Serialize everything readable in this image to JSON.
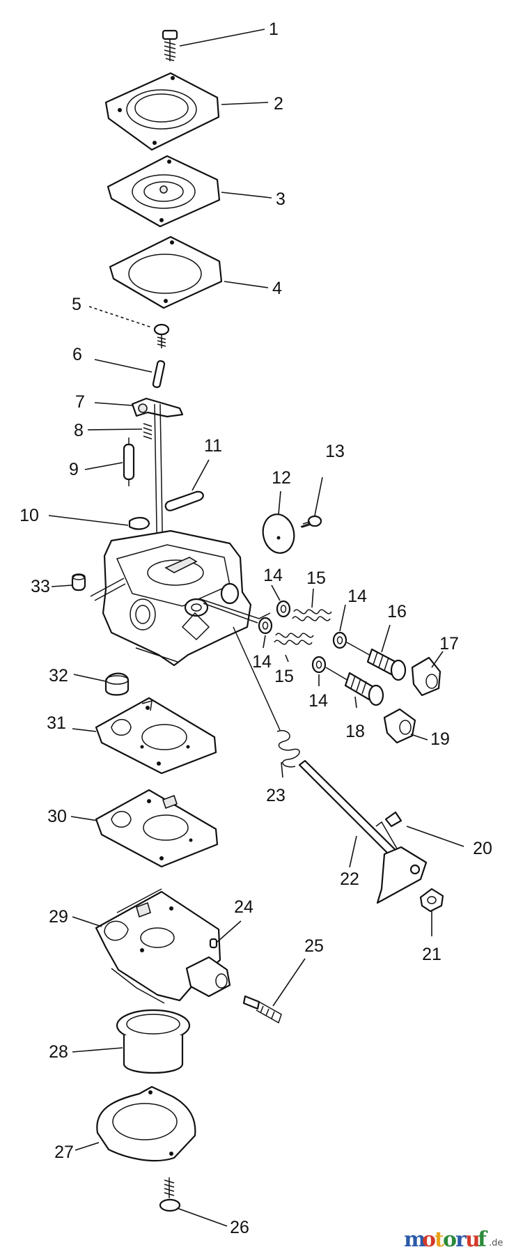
{
  "diagram": {
    "callouts": [
      "1",
      "2",
      "3",
      "4",
      "5",
      "6",
      "7",
      "8",
      "9",
      "10",
      "11",
      "12",
      "13",
      "14",
      "14",
      "14",
      "14",
      "15",
      "15",
      "16",
      "17",
      "18",
      "19",
      "20",
      "21",
      "22",
      "23",
      "24",
      "25",
      "26",
      "27",
      "28",
      "29",
      "30",
      "31",
      "32",
      "33"
    ]
  },
  "watermark": {
    "logo_text": "motoruf",
    "logo_suffix": ".de",
    "colors": {
      "m": "#2a5aa8",
      "o1": "#d23a2a",
      "t": "#e8a21a",
      "o2": "#2a8a3a",
      "r": "#2a5aa8",
      "u": "#d23a2a",
      "f": "#2a8a3a"
    }
  }
}
